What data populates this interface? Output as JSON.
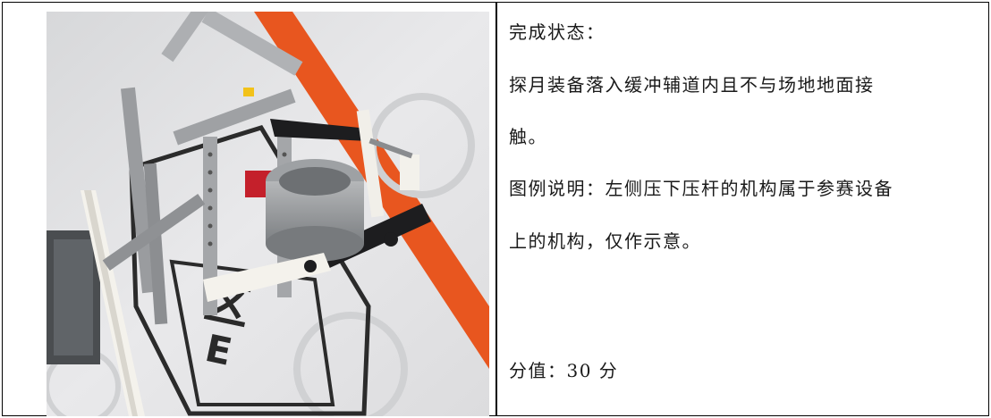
{
  "figure": {
    "image_icon": "robot-photo"
  },
  "content": {
    "status_heading": "完成状态：",
    "status_line1": "探月装备落入缓冲辅道内且不与场地地面接",
    "status_line2": "触。",
    "legend_line1": "图例说明：左侧压下压杆的机构属于参赛设备",
    "legend_line2": "上的机构，仅作示意。",
    "score": "分值：30 分"
  },
  "colors": {
    "orange_stripe": "#e8561f",
    "mat": "#e9e9ea",
    "border": "#000000"
  }
}
